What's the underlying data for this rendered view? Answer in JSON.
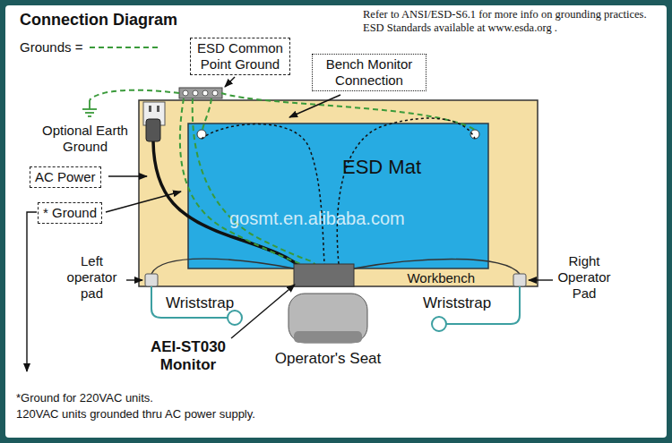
{
  "diagram": {
    "title": "Connection Diagram",
    "nodes": [
      {
        "text": [
          "ESD Common Point Ground"
        ]
      },
      {
        "text": [
          "Bench Monitor Connection"
        ]
      },
      {
        "text": [
          "AC Power"
        ]
      },
      {
        "text": [
          "* Ground"
        ]
      },
      {
        "text": [
          "Workbench"
        ]
      },
      {
        "text": [
          "ESD Mat"
        ],
        "in": 4
      }
    ],
    "labels": [
      "Refer to ANSI/ESD-S6.1 for more info on grounding practices.  ESD Standards available at www.esda.org .",
      "Optional Earth Ground",
      "Left operator pad",
      "Right Operator Pad",
      "Wriststrap",
      "Wriststrap",
      "AEI-ST030 Monitor",
      "Operator's Seat",
      "*Ground for 220VAC units.",
      "120VAC units grounded thru AC power supply.",
      "gosmt.en.alibaba.com"
    ],
    "legend": [
      {
        "text": "Grounds ="
      }
    ]
  }
}
